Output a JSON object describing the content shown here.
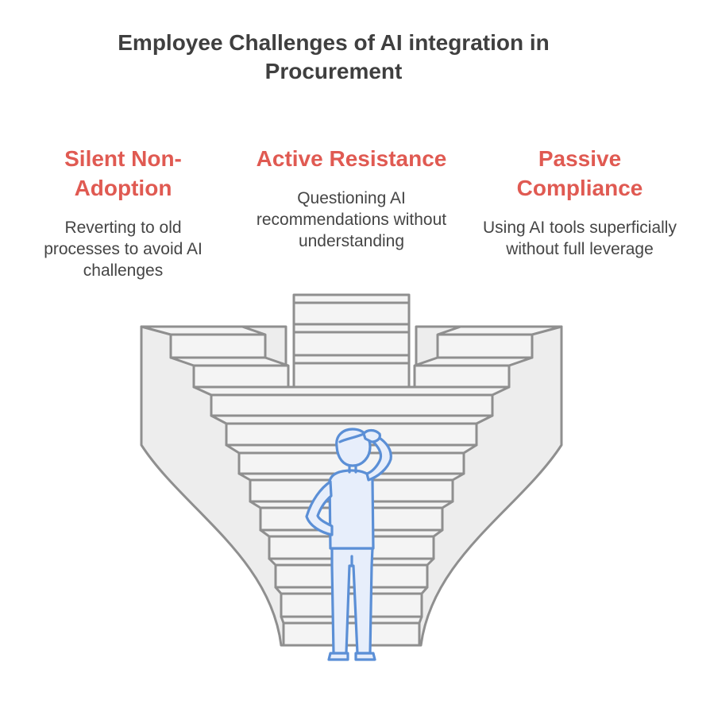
{
  "title": "Employee Challenges of AI integration in Procurement",
  "columns": [
    {
      "heading": "Silent Non-Adoption",
      "description": "Reverting to old processes to avoid AI challenges"
    },
    {
      "heading": "Active Resistance",
      "description": "Questioning AI recommendations without understanding"
    },
    {
      "heading": "Passive Compliance",
      "description": "Using AI tools superficially without full leverage"
    }
  ],
  "colors": {
    "title": "#3f3f3f",
    "heading": "#e05a52",
    "text": "#454545",
    "line": "#8f8f8f",
    "figure": "#5b8fd6"
  },
  "icons": [
    "stairs-illustration",
    "person-scratching-head-icon"
  ]
}
